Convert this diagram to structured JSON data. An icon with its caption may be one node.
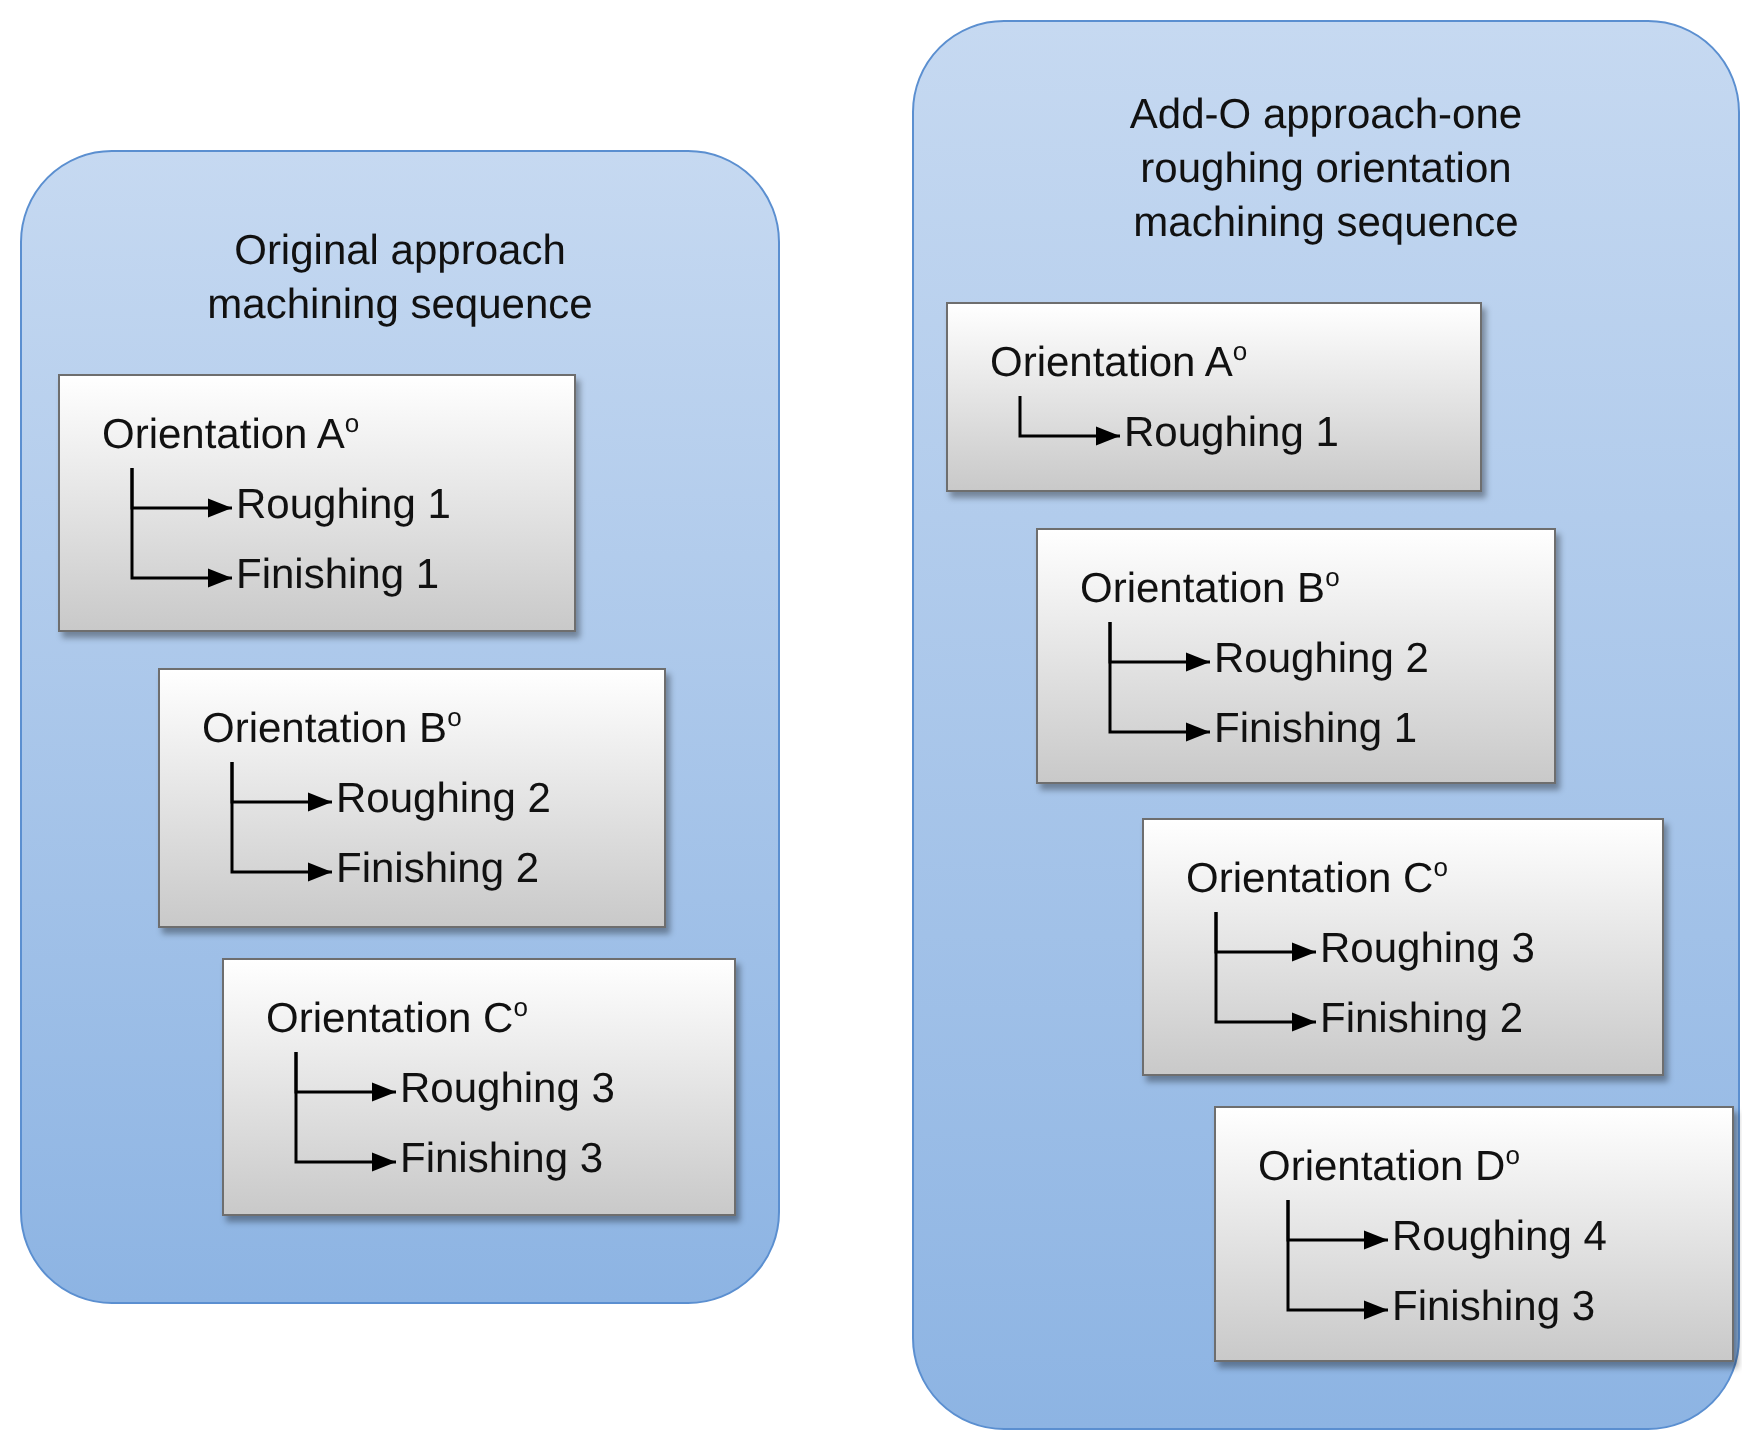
{
  "diagram": {
    "nodes": [
      {
        "text": [
          "Original approach machining sequence"
        ]
      },
      {
        "text": [
          "Orientation A$^{o}$",
          "Roughing 1",
          "Finishing 1"
        ],
        "in": 0
      },
      {
        "text": [
          "Orientation B$^{o}$",
          "Roughing 2",
          "Finishing 2"
        ],
        "in": 0
      },
      {
        "text": [
          "Orientation C$^{o}$",
          "Roughing 3",
          "Finishing 3"
        ],
        "in": 0
      },
      {
        "text": [
          "Add-O approach-one roughing orientation machining sequence"
        ]
      },
      {
        "text": [
          "Orientation A$^{o}$",
          "Roughing 1"
        ],
        "in": 4
      },
      {
        "text": [
          "Orientation B$^{o}$",
          "Roughing 2",
          "Finishing 1"
        ],
        "in": 4
      },
      {
        "text": [
          "Orientation C$^{o}$",
          "Roughing 3",
          "Finishing 2"
        ],
        "in": 4
      },
      {
        "text": [
          "Orientation D$^{o}$",
          "Roughing 4",
          "Finishing 3"
        ],
        "in": 4
      }
    ]
  }
}
